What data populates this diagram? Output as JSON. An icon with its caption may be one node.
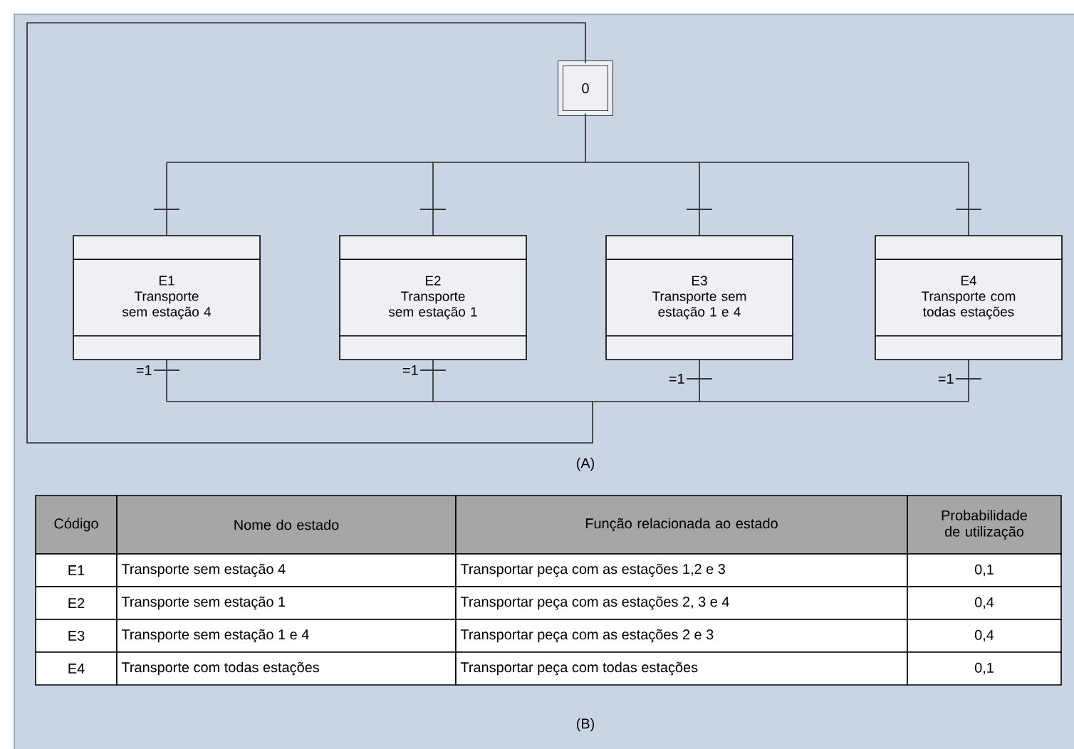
{
  "diagram": {
    "nodes": [
      {
        "text": [
          "0"
        ]
      },
      {
        "text": [
          "E1",
          "Transporte sem estação 4"
        ]
      },
      {
        "text": [
          "E2",
          "Transporte sem estação 1"
        ]
      },
      {
        "text": [
          "E3",
          "Transporte sem estação 1 e 4"
        ]
      },
      {
        "text": [
          "E4",
          "Transporte com todas estações"
        ]
      }
    ],
    "edges": [
      {
        "from": 0,
        "to": 1,
        "arrow": "none"
      },
      {
        "from": 0,
        "to": 2,
        "arrow": "none"
      },
      {
        "from": 0,
        "to": 3,
        "arrow": "none"
      },
      {
        "from": 0,
        "to": 4,
        "arrow": "none"
      },
      {
        "from": 1,
        "to": 0,
        "arrow": "none",
        "label": "=1"
      },
      {
        "from": 2,
        "to": 0,
        "arrow": "none",
        "label": "=1"
      },
      {
        "from": 3,
        "to": 0,
        "arrow": "none",
        "label": "=1"
      },
      {
        "from": 4,
        "to": 0,
        "arrow": "none",
        "label": "=1"
      }
    ],
    "labels": [
      "(A)",
      "Código",
      "Nome do estado",
      "Função relacionada ao estado",
      "Probabilidade de utilização",
      "E1",
      "Transporte sem estação 4",
      "Transportar peça com as estações 1,2 e 3",
      "0,1",
      "E2",
      "Transporte sem estação 1",
      "Transportar peça com as estações 2, 3 e 4",
      "0,4",
      "E3",
      "Transporte sem estação 1 e 4",
      "Transportar peça com as estações 2 e 3",
      "0,4",
      "E4",
      "Transporte com todas estações",
      "Transportar peça com todas estações",
      "0,1",
      "(B)"
    ]
  }
}
